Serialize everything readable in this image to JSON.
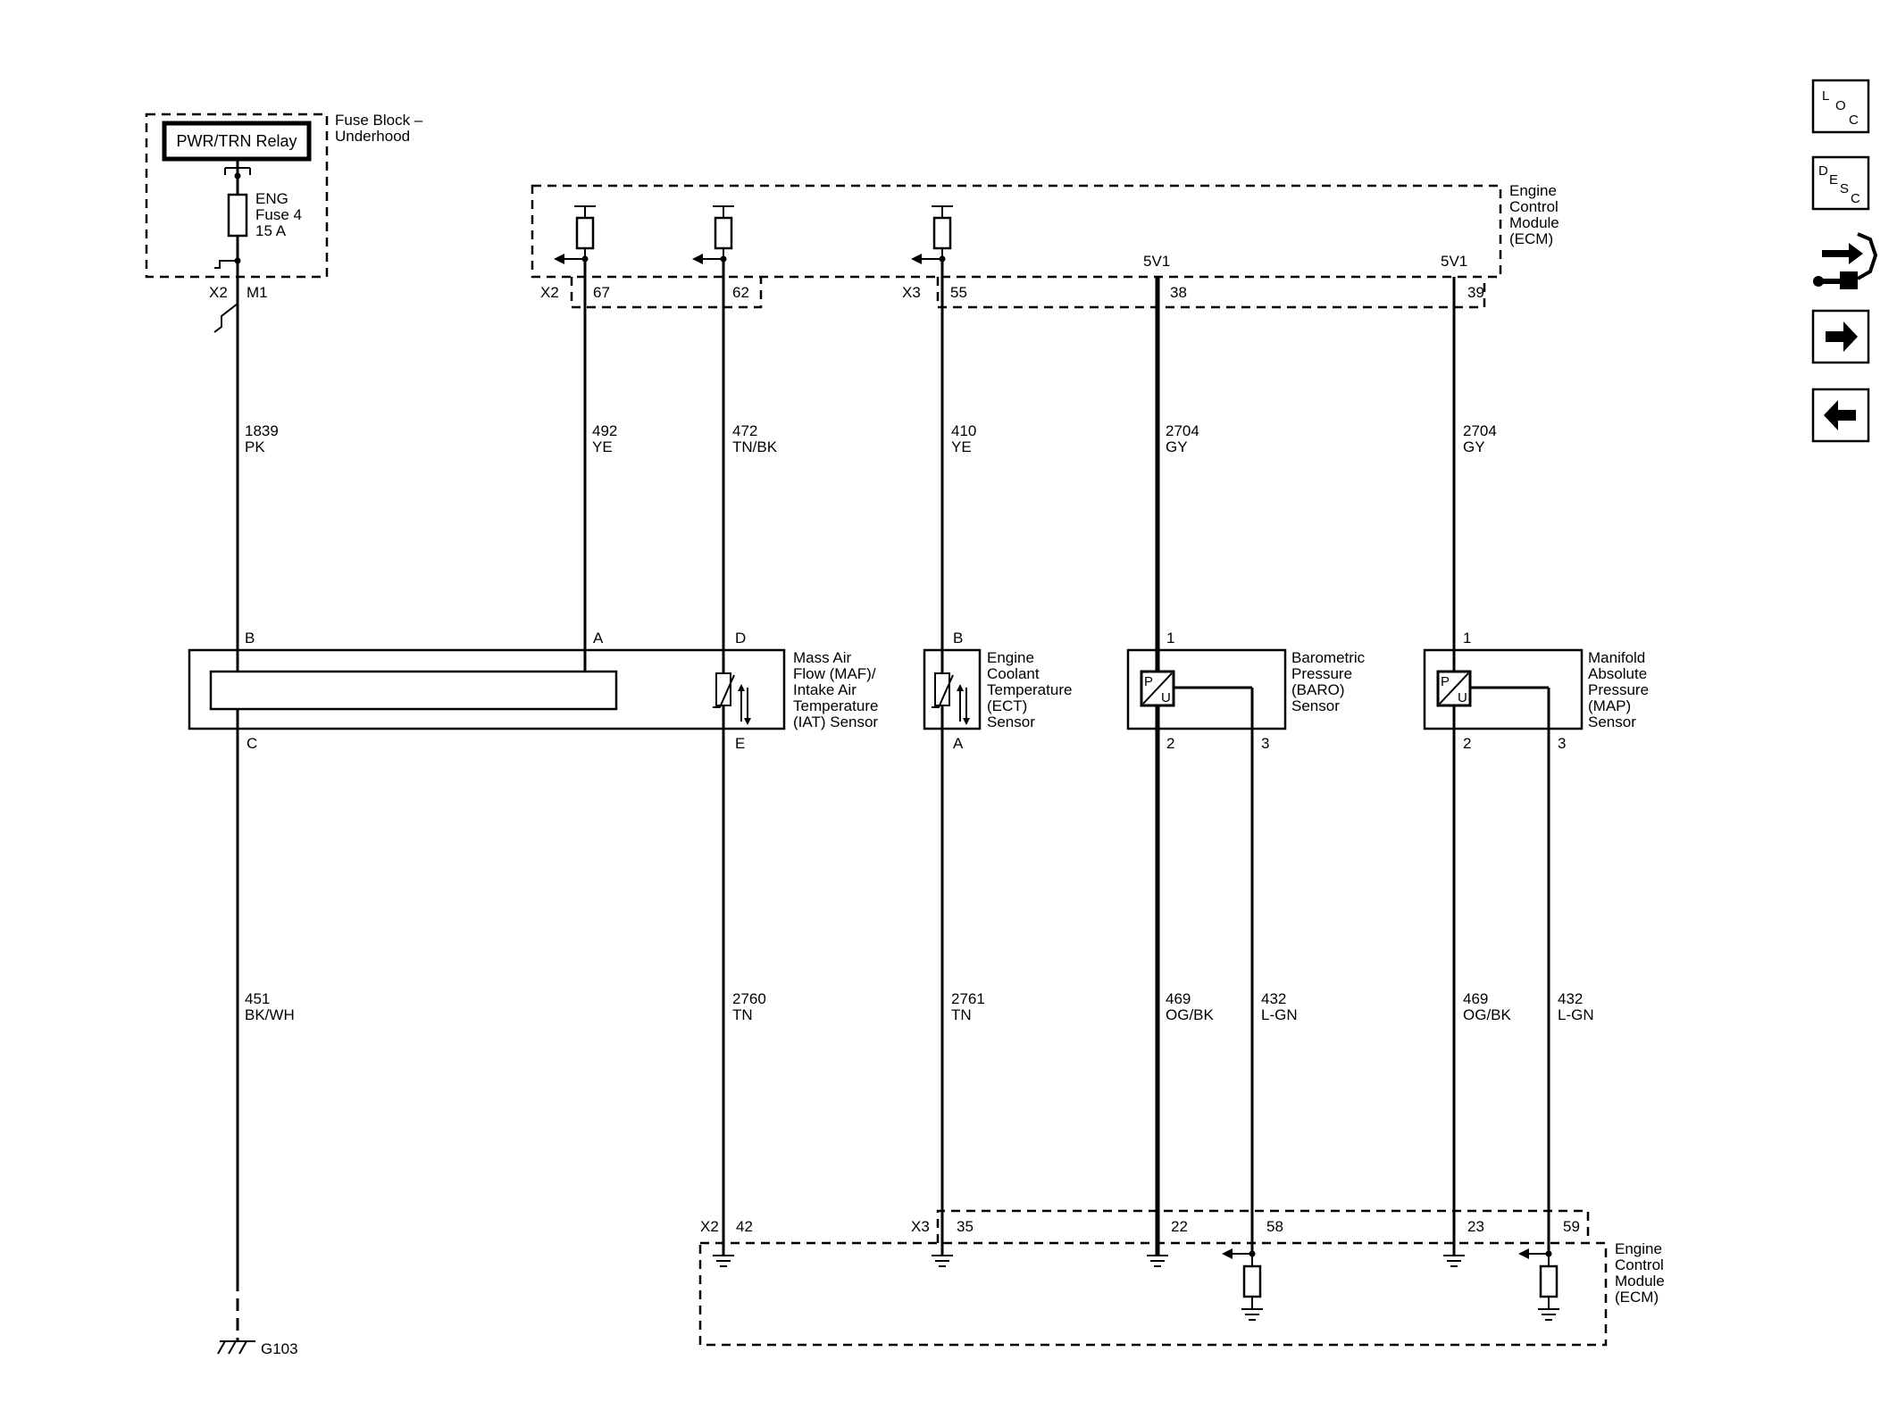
{
  "fuse_block": {
    "title_line1": "Fuse Block –",
    "title_line2": "Underhood",
    "relay": "PWR/TRN Relay",
    "fuse_line1": "ENG",
    "fuse_line2": "Fuse 4",
    "fuse_line3": "15 A",
    "conn": "X2",
    "pin": "M1"
  },
  "ecm_top": {
    "line1": "Engine",
    "line2": "Control",
    "line3": "Module",
    "line4": "(ECM)",
    "pins": [
      {
        "conn": "X2",
        "pin": "67"
      },
      {
        "conn": "",
        "pin": "62"
      },
      {
        "conn": "X3",
        "pin": "55"
      },
      {
        "conn": "",
        "pin": "38",
        "ref": "5V1"
      },
      {
        "conn": "",
        "pin": "39",
        "ref": "5V1"
      }
    ]
  },
  "upper_wires": [
    {
      "circuit": "1839",
      "color": "PK"
    },
    {
      "circuit": "492",
      "color": "YE"
    },
    {
      "circuit": "472",
      "color": "TN/BK"
    },
    {
      "circuit": "410",
      "color": "YE"
    },
    {
      "circuit": "2704",
      "color": "GY"
    },
    {
      "circuit": "2704",
      "color": "GY"
    }
  ],
  "maf": {
    "line1": "Mass Air",
    "line2": "Flow (MAF)/",
    "line3": "Intake Air",
    "line4": "Temperature",
    "line5": "(IAT) Sensor",
    "pin_b": "B",
    "pin_a": "A",
    "pin_d": "D",
    "pin_c": "C",
    "pin_e": "E"
  },
  "ect": {
    "line1": "Engine",
    "line2": "Coolant",
    "line3": "Temperature",
    "line4": "(ECT)",
    "line5": "Sensor",
    "pin_top": "B",
    "pin_bottom": "A"
  },
  "baro": {
    "line1": "Barometric",
    "line2": "Pressure",
    "line3": "(BARO)",
    "line4": "Sensor",
    "pin_top": "1",
    "pin_b1": "2",
    "pin_b2": "3",
    "sym_p": "P",
    "sym_u": "U"
  },
  "map": {
    "line1": "Manifold",
    "line2": "Absolute",
    "line3": "Pressure",
    "line4": "(MAP)",
    "line5": "Sensor",
    "pin_top": "1",
    "pin_b1": "2",
    "pin_b2": "3",
    "sym_p": "P",
    "sym_u": "U"
  },
  "lower_wires": [
    {
      "circuit": "451",
      "color": "BK/WH"
    },
    {
      "circuit": "2760",
      "color": "TN"
    },
    {
      "circuit": "2761",
      "color": "TN"
    },
    {
      "circuit": "469",
      "color": "OG/BK"
    },
    {
      "circuit": "432",
      "color": "L-GN"
    },
    {
      "circuit": "469",
      "color": "OG/BK"
    },
    {
      "circuit": "432",
      "color": "L-GN"
    }
  ],
  "ecm_bottom": {
    "line1": "Engine",
    "line2": "Control",
    "line3": "Module",
    "line4": "(ECM)",
    "pins": [
      {
        "conn": "X2",
        "pin": "42"
      },
      {
        "conn": "X3",
        "pin": "35"
      },
      {
        "conn": "",
        "pin": "22"
      },
      {
        "conn": "",
        "pin": "58"
      },
      {
        "conn": "",
        "pin": "23"
      },
      {
        "conn": "",
        "pin": "59"
      }
    ]
  },
  "ground": {
    "label": "G103"
  },
  "nav": {
    "loc": {
      "c1": "L",
      "c2": "O",
      "c3": "C"
    },
    "desc": {
      "c1": "D",
      "c2": "E",
      "c3": "S",
      "c4": "C"
    },
    "icons": [
      "connector-icon",
      "arrow-right-icon",
      "arrow-left-icon"
    ]
  }
}
